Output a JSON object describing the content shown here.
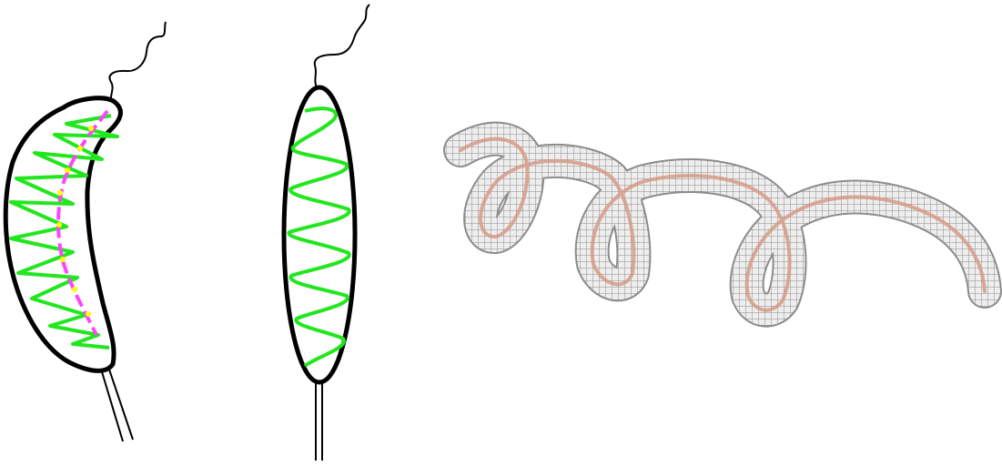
{
  "colors": {
    "background": "#ffffff",
    "outline": "#000000",
    "helix": "#22e61e",
    "axis": "#ff44ff",
    "contact_dots": "#ffff00",
    "tube_fill": "#eeeeee",
    "tube_mesh": "#8c8c8c",
    "tube_core": "#d69a86"
  },
  "figures": [
    {
      "name": "curved-cell",
      "icon": "curved-cell-with-helix-icon"
    },
    {
      "name": "straight-cell",
      "icon": "straight-cell-with-helix-icon"
    },
    {
      "name": "helical-tube",
      "icon": "3d-mesh-helix-icon"
    }
  ]
}
